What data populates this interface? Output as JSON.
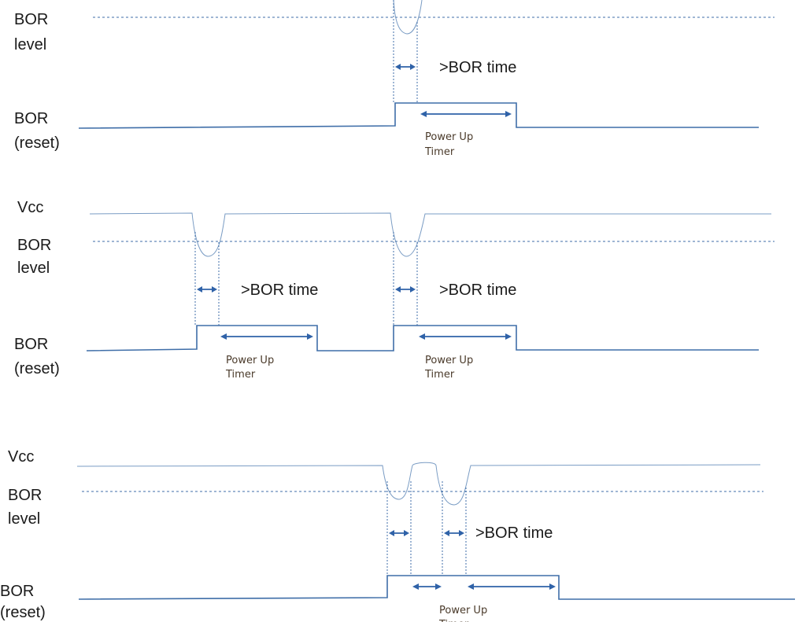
{
  "labels": {
    "vcc": "Vcc",
    "bor": "BOR",
    "level": "level",
    "reset": "(reset)",
    "bor_time": ">BOR time",
    "power_up": "Power Up",
    "timer": "Timer"
  },
  "colors": {
    "signal": "#3f6ea8",
    "arrow": "#2f62a8",
    "text": "#1a1a1a",
    "note": "#4a3a2a"
  }
}
